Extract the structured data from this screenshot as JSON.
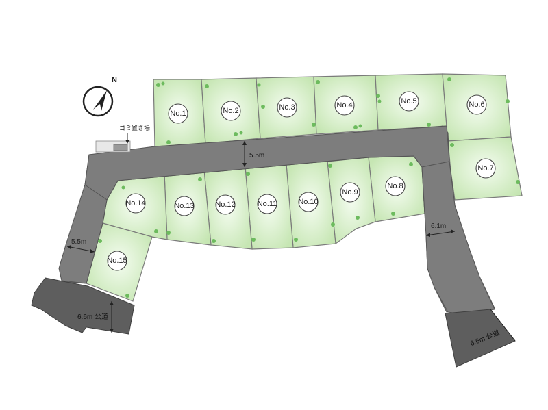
{
  "compass": {
    "label": "N",
    "icon": "north-arrow-icon"
  },
  "garbage_note": "ゴミ置き場",
  "dimensions": {
    "main_road": "5.5m",
    "left_road": "5.5m",
    "right_road": "6.1m",
    "public_road_left": "6.6m 公道",
    "public_road_right": "6.6m 公道"
  },
  "lots": [
    {
      "id": "lot-1",
      "label": "No.1"
    },
    {
      "id": "lot-2",
      "label": "No.2"
    },
    {
      "id": "lot-3",
      "label": "No.3"
    },
    {
      "id": "lot-4",
      "label": "No.4"
    },
    {
      "id": "lot-5",
      "label": "No.5"
    },
    {
      "id": "lot-6",
      "label": "No.6"
    },
    {
      "id": "lot-7",
      "label": "No.7"
    },
    {
      "id": "lot-8",
      "label": "No.8"
    },
    {
      "id": "lot-9",
      "label": "No.9"
    },
    {
      "id": "lot-10",
      "label": "No.10"
    },
    {
      "id": "lot-11",
      "label": "No.11"
    },
    {
      "id": "lot-12",
      "label": "No.12"
    },
    {
      "id": "lot-13",
      "label": "No.13"
    },
    {
      "id": "lot-14",
      "label": "No.14"
    },
    {
      "id": "lot-15",
      "label": "No.15"
    }
  ],
  "colors": {
    "lot_green": "#cfe9bf",
    "lot_light": "#f2fbee",
    "road": "#7d7d7d",
    "public_road": "#5e5e5e"
  }
}
